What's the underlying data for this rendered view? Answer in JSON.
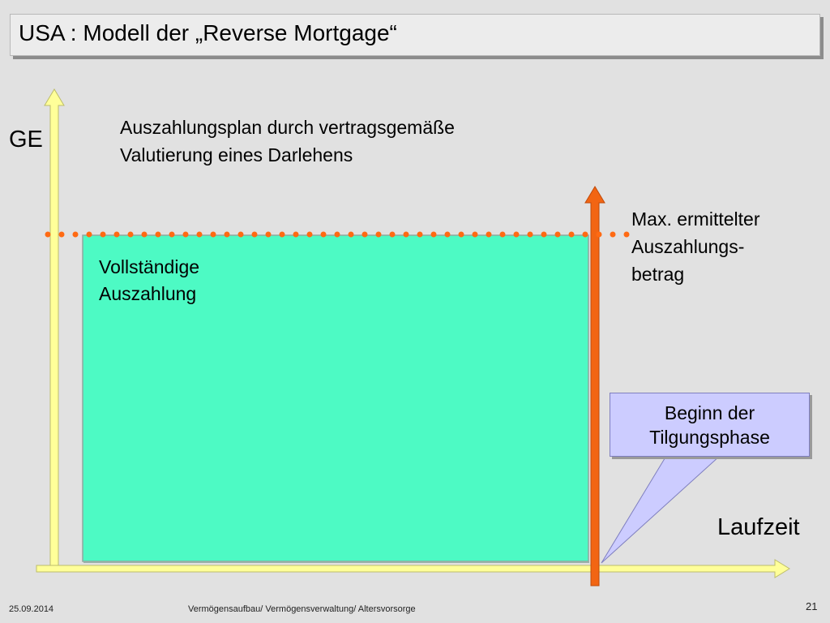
{
  "slide": {
    "title": "USA : Modell der „Reverse Mortgage“",
    "y_axis_label": "GE",
    "x_axis_label": "Laufzeit",
    "description_line1": "Auszahlungsplan durch vertragsgemäße",
    "description_line2": "Valutierung eines Darlehens",
    "area_label_line1": "Vollständige",
    "area_label_line2": "Auszahlung",
    "max_label_line1": "Max. ermittelter",
    "max_label_line2": "Auszahlungs-",
    "max_label_line3": "betrag",
    "callout_line1": "Beginn der",
    "callout_line2": "Tilgungsphase"
  },
  "footer": {
    "date": "25.09.2014",
    "subject": "Vermögensaufbau/ Vermögensverwaltung/ Altersvorsorge",
    "page_number": "21"
  },
  "colors": {
    "background": "#e1e1e1",
    "axis": "#ffff99",
    "area_fill": "#4dfac4",
    "max_line": "#ff6a13",
    "phase_arrow": "#f26513",
    "callout_fill": "#ccccff"
  }
}
